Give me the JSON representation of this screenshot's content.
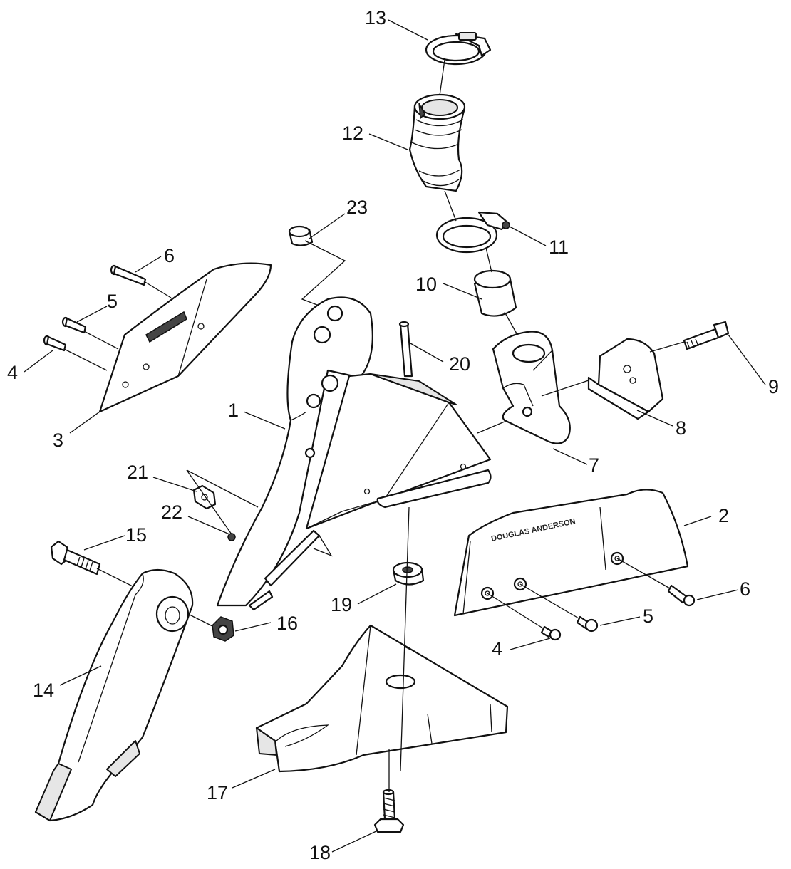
{
  "diagram": {
    "brand_text": "DOUGLAS ANDERSON",
    "callouts": [
      {
        "id": "c1",
        "label": "1"
      },
      {
        "id": "c2",
        "label": "2"
      },
      {
        "id": "c3",
        "label": "3"
      },
      {
        "id": "c4a",
        "label": "4"
      },
      {
        "id": "c4b",
        "label": "4"
      },
      {
        "id": "c5a",
        "label": "5"
      },
      {
        "id": "c5b",
        "label": "5"
      },
      {
        "id": "c6a",
        "label": "6"
      },
      {
        "id": "c6b",
        "label": "6"
      },
      {
        "id": "c7",
        "label": "7"
      },
      {
        "id": "c8",
        "label": "8"
      },
      {
        "id": "c9",
        "label": "9"
      },
      {
        "id": "c10",
        "label": "10"
      },
      {
        "id": "c11",
        "label": "11"
      },
      {
        "id": "c12",
        "label": "12"
      },
      {
        "id": "c13",
        "label": "13"
      },
      {
        "id": "c14",
        "label": "14"
      },
      {
        "id": "c15",
        "label": "15"
      },
      {
        "id": "c16",
        "label": "16"
      },
      {
        "id": "c17",
        "label": "17"
      },
      {
        "id": "c18",
        "label": "18"
      },
      {
        "id": "c19",
        "label": "19"
      },
      {
        "id": "c20",
        "label": "20"
      },
      {
        "id": "c21",
        "label": "21"
      },
      {
        "id": "c22",
        "label": "22"
      },
      {
        "id": "c23",
        "label": "23"
      }
    ]
  }
}
